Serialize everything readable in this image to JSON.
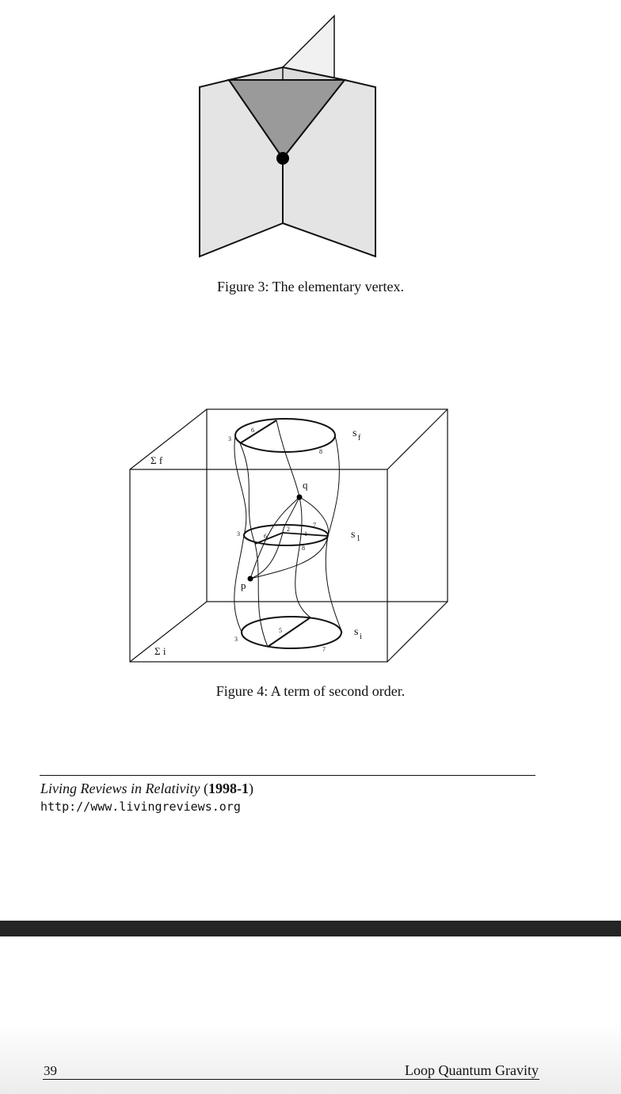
{
  "figure3": {
    "caption": "Figure 3: The elementary vertex."
  },
  "figure4": {
    "caption": "Figure 4: A term of second order.",
    "labels": {
      "sigma_f": "Σ f",
      "sigma_i": "Σ i",
      "s_f": "s",
      "s_f_sub": "f",
      "s_1": "s",
      "s_1_sub": "1",
      "s_i": "s",
      "s_i_sub": "i",
      "q": "q",
      "p": "p"
    },
    "edge_numbers": {
      "top_3": "3",
      "top_6": "6",
      "top_8": "8",
      "mid_3": "3",
      "mid_6": "6",
      "mid_2": "2",
      "mid_7": "7",
      "mid_1": "1",
      "mid_8": "8",
      "bot_3": "3",
      "bot_5": "5",
      "bot_7": "7"
    }
  },
  "footer": {
    "journal_name": "Living Reviews in Relativity",
    "open_paren": " (",
    "issue": "1998-1",
    "close_paren": ")",
    "url": "http://www.livingreviews.org"
  },
  "next_page": {
    "page_number": "39",
    "running_head": "Loop Quantum Gravity"
  },
  "colors": {
    "page_bg": "#ffffff",
    "divider": "#252525",
    "panel_light": "#e4e4e4",
    "panel_lighter": "#f1f1f1",
    "triangle": "#9a9a9a"
  }
}
